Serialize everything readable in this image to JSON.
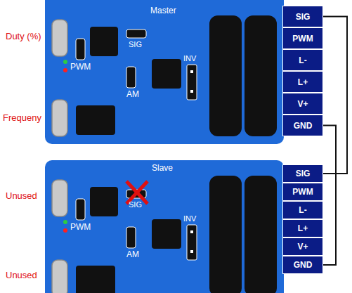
{
  "diagram": {
    "nodes": [
      {
        "text": [
          "Master"
        ]
      },
      {
        "text": [
          "SIG"
        ],
        "in": 0
      },
      {
        "text": [
          "PWM"
        ],
        "in": 0
      },
      {
        "text": [
          "L-"
        ],
        "in": 0
      },
      {
        "text": [
          "L+"
        ],
        "in": 0
      },
      {
        "text": [
          "V+"
        ],
        "in": 0
      },
      {
        "text": [
          "GND"
        ],
        "in": 0
      },
      {
        "text": [
          "Slave"
        ]
      },
      {
        "text": [
          "SIG"
        ],
        "in": 7
      },
      {
        "text": [
          "PWM"
        ],
        "in": 7
      },
      {
        "text": [
          "L-"
        ],
        "in": 7
      },
      {
        "text": [
          "L+"
        ],
        "in": 7
      },
      {
        "text": [
          "V+"
        ],
        "in": 7
      },
      {
        "text": [
          "GND"
        ],
        "in": 7
      }
    ],
    "edges": [
      {
        "from": 1,
        "to": 8,
        "arrow": "none"
      },
      {
        "from": 6,
        "to": 13,
        "arrow": "none"
      }
    ],
    "labels": [
      "Duty (%)",
      "PWM",
      "SIG",
      "AM",
      "INV",
      "Frequeny",
      "Unused",
      "PWM",
      "SIG",
      "AM",
      "INV",
      "Unused"
    ]
  }
}
